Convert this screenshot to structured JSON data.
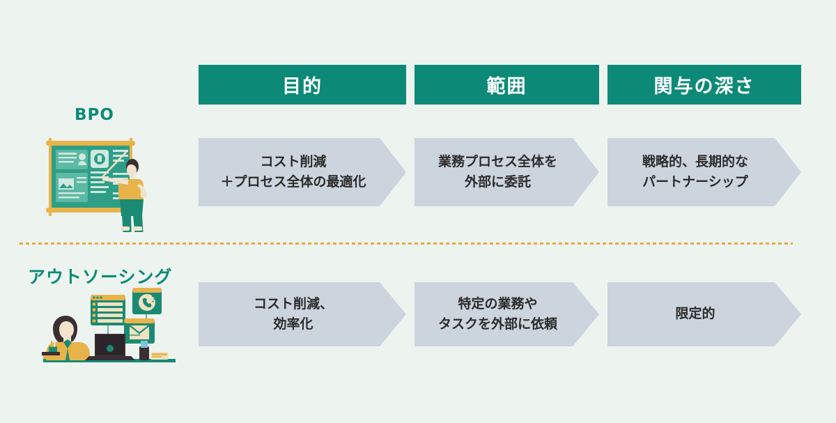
{
  "page": {
    "background_color": "#edf4f0",
    "accent_color": "#0d8a77",
    "cell_color": "#ccd4de",
    "divider_color": "#e8a93a"
  },
  "table": {
    "headers": [
      {
        "label": "目的"
      },
      {
        "label": "範囲"
      },
      {
        "label": "関与の深さ"
      }
    ],
    "rows": [
      {
        "label": "BPO",
        "illustration": "presenter-at-board-illustration",
        "cells": [
          {
            "line1": "コスト削減",
            "line2": "＋プロセス全体の最適化",
            "emphasis": "bold"
          },
          {
            "line1": "業務プロセス全体を",
            "line2": "外部に委託",
            "emphasis": "bold"
          },
          {
            "line1": "戦略的、長期的な",
            "line2": "パートナーシップ",
            "emphasis": "bold"
          }
        ]
      },
      {
        "label": "アウトソーシング",
        "illustration": "woman-at-desk-illustration",
        "cells": [
          {
            "line1": "コスト削減、",
            "line2": "効率化",
            "emphasis": "bold"
          },
          {
            "line1": "特定の業務や",
            "line2": "タスクを外部に依頼",
            "emphasis": "bold"
          },
          {
            "line1": "限定的",
            "line2": "",
            "emphasis": "normal"
          }
        ]
      }
    ]
  }
}
